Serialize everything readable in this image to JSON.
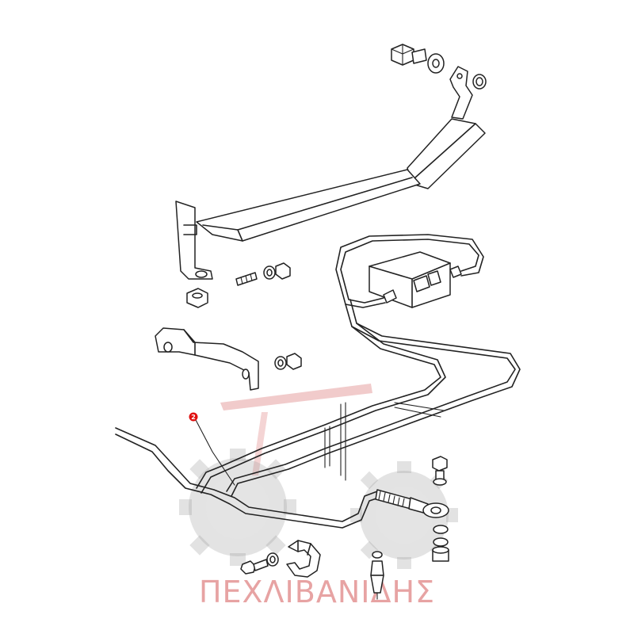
{
  "callouts": [
    {
      "number": "2",
      "color": "#e01010"
    }
  ],
  "watermark": {
    "text": "ΠΕΧΛΙΒΑΝΙΔΗΣ",
    "color": "#e7a3a3",
    "logo": "tractor-gear-logo"
  }
}
